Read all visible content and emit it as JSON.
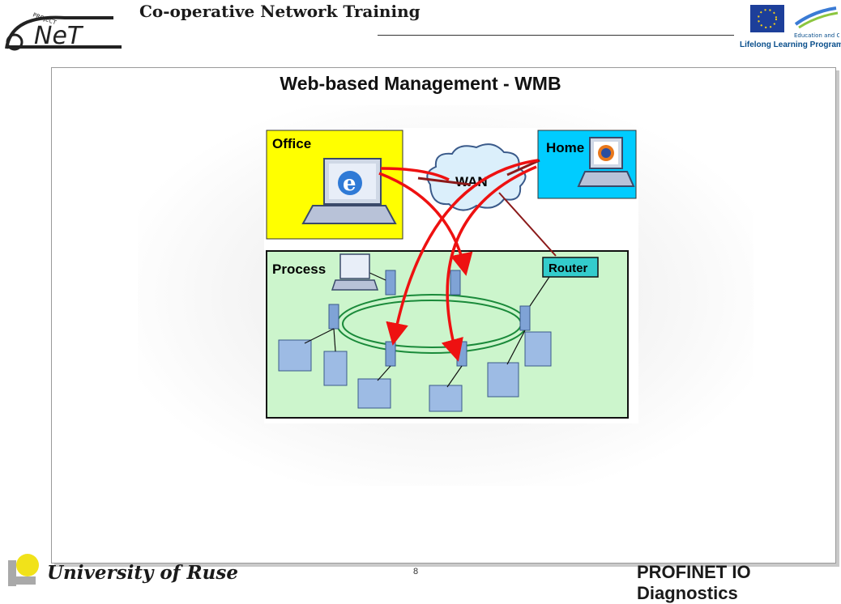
{
  "header": {
    "title": "Co-operative Network Training",
    "logo_text": "NeT",
    "logo_small_text": "PROJECT",
    "eu_caption": "Lifelong Learning Programme",
    "eu_small_caption": "Education and Culture"
  },
  "slide": {
    "title": "Web-based Management - WMB"
  },
  "diagram": {
    "office_label": "Office",
    "home_label": "Home",
    "wan_label": "WAN",
    "process_label": "Process",
    "router_label": "Router"
  },
  "footer": {
    "left": "University of Ruse",
    "page_number": "8",
    "right": "PROFINET IO Diagnostics"
  },
  "colors": {
    "office_bg": "#ffff00",
    "home_bg": "#00ccff",
    "process_bg": "#ccf5cc",
    "router_bg": "#33cccc",
    "arrow_red": "#ee1111",
    "link_dark_red": "#8b1a1a"
  }
}
